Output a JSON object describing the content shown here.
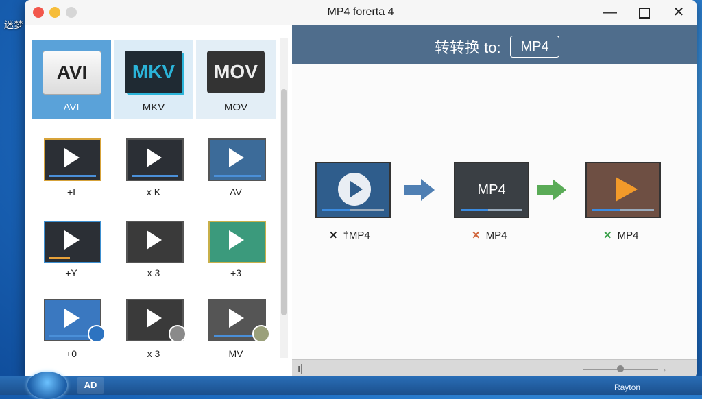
{
  "desktop": {
    "label": "迷梦",
    "tray_name": "Rayton",
    "task_label": "AD"
  },
  "window": {
    "title": "MP4 forerta 4",
    "controls": {
      "minimize": "—",
      "maximize": "",
      "close": "✕"
    }
  },
  "formats": [
    {
      "badge": "AVI",
      "label": "AVI"
    },
    {
      "badge": "MKV",
      "label": "MKV"
    },
    {
      "badge": "MOV",
      "label": "MOV"
    }
  ],
  "presets": [
    {
      "label": "+I"
    },
    {
      "label": "x K"
    },
    {
      "label": "AV"
    },
    {
      "label": "+Y"
    },
    {
      "label": "x 3"
    },
    {
      "label": "+3"
    },
    {
      "label": "+0"
    },
    {
      "label": "x 3"
    },
    {
      "label": "MV"
    }
  ],
  "converter": {
    "label": "转转换 to:",
    "target": "MP4",
    "steps": [
      {
        "mark": "✕",
        "label": "†MP4",
        "mark_color": "#222"
      },
      {
        "mark": "✕",
        "label": "MP4",
        "overlay": "MP4",
        "mark_color": "#d0643a"
      },
      {
        "mark": "✕",
        "label": "MP4",
        "mark_color": "#3aa04a"
      }
    ]
  },
  "colors": {
    "header": "#4f6d8c",
    "selected": "#5aa2d9",
    "arrow_blue": "#4f7fb3",
    "arrow_green": "#5aab57",
    "play_orange": "#f29a2a"
  },
  "footer": {
    "icon": "ı|",
    "end": "→"
  }
}
